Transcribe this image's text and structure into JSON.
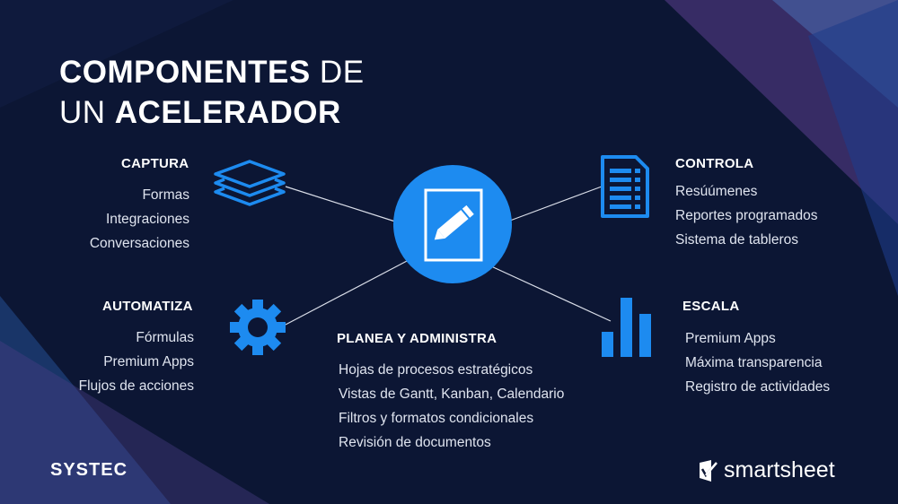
{
  "title": {
    "line1_bold": "COMPONENTES",
    "line1_light": " DE",
    "line2_light": "UN ",
    "line2_bold": "ACELERADOR"
  },
  "center": {
    "icon": "pencil-document-icon"
  },
  "sections": {
    "captura": {
      "heading": "CAPTURA",
      "icon": "layers-icon",
      "items": [
        "Formas",
        "Integraciones",
        "Conversaciones"
      ]
    },
    "automatiza": {
      "heading": "AUTOMATIZA",
      "icon": "gear-icon",
      "items": [
        "Fórmulas",
        "Premium Apps",
        "Flujos de acciones"
      ]
    },
    "planea": {
      "heading": "PLANEA Y ADMINISTRA",
      "items": [
        "Hojas de procesos estratégicos",
        "Vistas de Gantt, Kanban, Calendario",
        "Filtros y formatos condicionales",
        "Revisión de documentos"
      ]
    },
    "controla": {
      "heading": "CONTROLA",
      "icon": "checklist-document-icon",
      "items": [
        "Resúúmenes",
        "Reportes programados",
        "Sistema de tableros"
      ]
    },
    "escala": {
      "heading": "ESCALA",
      "icon": "bar-chart-icon",
      "items": [
        "Premium Apps",
        "Máxima transparencia",
        "Registro de actividades"
      ]
    }
  },
  "logos": {
    "left": "SYSTEC",
    "right": "smartsheet"
  },
  "colors": {
    "background": "#0c1634",
    "accent": "#1d8bf0",
    "text": "#ffffff"
  }
}
